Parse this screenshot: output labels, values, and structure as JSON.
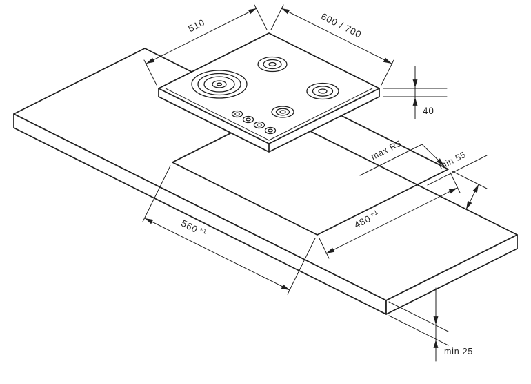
{
  "diagram": {
    "kind": "gas-hob-installation-drawing",
    "background": "#ffffff",
    "ink": "#1f1f1f",
    "labels": {
      "hob_depth": "510",
      "hob_width": "600 / 700",
      "hob_height": "40",
      "cutout_corner_radius": "max R5",
      "rear_clearance": "min 55",
      "cutout_width": "560",
      "cutout_width_tolerance": "+1",
      "cutout_depth": "480",
      "cutout_depth_tolerance": "+1",
      "countertop_thickness": "min 25"
    },
    "features": {
      "burner_count": 4,
      "knob_count": 4
    }
  }
}
